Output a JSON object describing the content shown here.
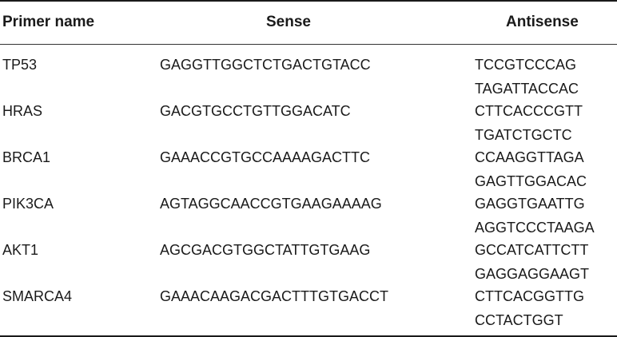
{
  "table": {
    "headers": {
      "name": "Primer name",
      "sense": "Sense",
      "antisense": "Antisense"
    },
    "rows": [
      {
        "name": "TP53",
        "sense": "GAGGTTGGCTCTGACTGTACC",
        "antisense_line1": "TCCGTCCCAG",
        "antisense_line2": "TAGATTACCAC"
      },
      {
        "name": "HRAS",
        "sense": "GACGTGCCTGTTGGACATC",
        "antisense_line1": "CTTCACCCGTT",
        "antisense_line2": "TGATCTGCTC"
      },
      {
        "name": "BRCA1",
        "sense": "GAAACCGTGCCAAAAGACTTC",
        "antisense_line1": "CCAAGGTTAGA",
        "antisense_line2": "GAGTTGGACAC"
      },
      {
        "name": "PIK3CA",
        "sense": "AGTAGGCAACCGTGAAGAAAAG",
        "antisense_line1": "GAGGTGAATTG",
        "antisense_line2": "AGGTCCCTAAGA"
      },
      {
        "name": "AKT1",
        "sense": "AGCGACGTGGCTATTGTGAAG",
        "antisense_line1": "GCCATCATTCTT",
        "antisense_line2": "GAGGAGGAAGT"
      },
      {
        "name": "SMARCA4",
        "sense": "GAAACAAGACGACTTTGTGACCT",
        "antisense_line1": "CTTCACGGTTG",
        "antisense_line2": "CCTACTGGT"
      }
    ]
  }
}
